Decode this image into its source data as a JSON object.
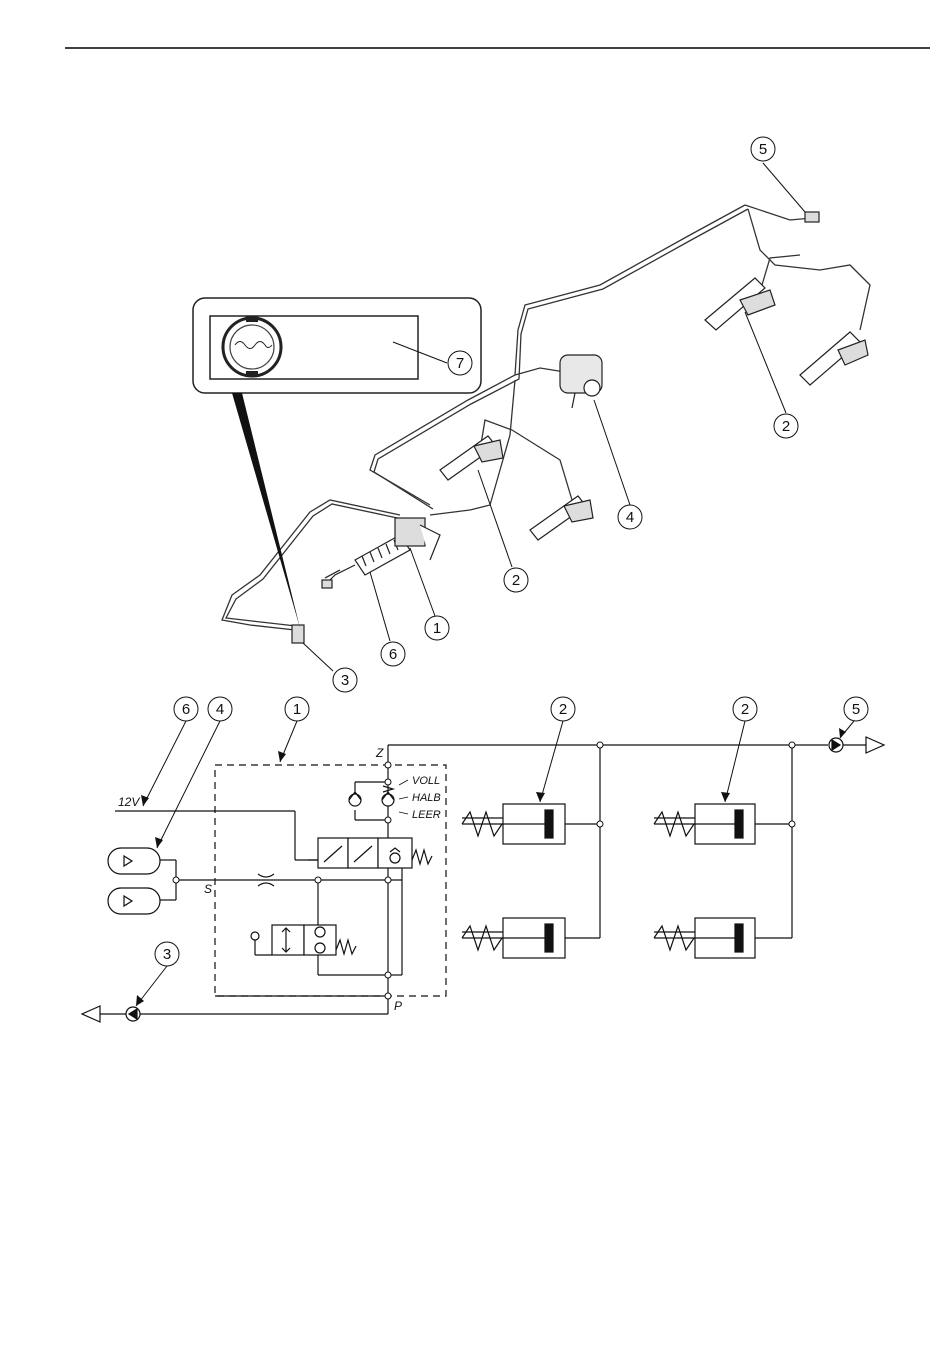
{
  "callouts": {
    "upper": [
      "5",
      "7",
      "2",
      "4",
      "2",
      "1",
      "6",
      "3"
    ],
    "lower": [
      "6",
      "4",
      "1",
      "2",
      "2",
      "5",
      "3"
    ]
  },
  "schematic": {
    "voltage_label": "12V",
    "port_z": "Z",
    "port_s": "S",
    "port_p": "P",
    "load_levels": [
      "VOLL",
      "HALB",
      "LEER"
    ]
  }
}
